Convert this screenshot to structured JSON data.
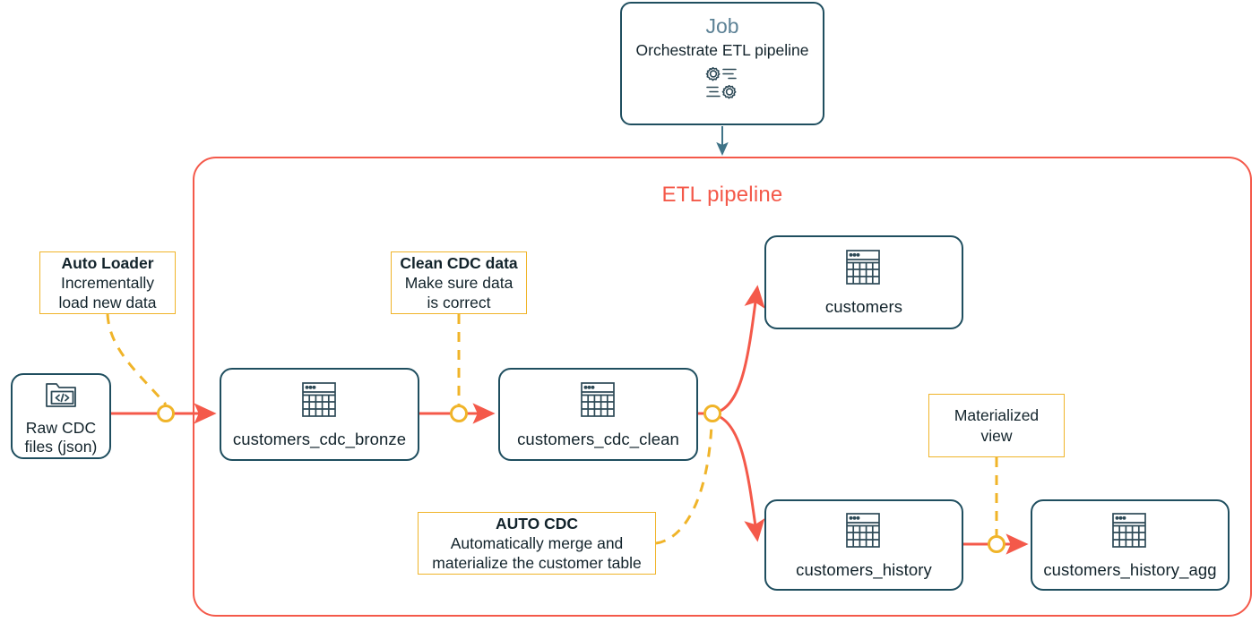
{
  "diagram": {
    "title": "ETL pipeline",
    "accent_colors": {
      "node_border": "#1f4e5f",
      "pipeline_border": "#f4594a",
      "arrow": "#f4594a",
      "connector": "#f0b429",
      "annotation_border": "#f0b429",
      "job_title": "#5d8296"
    }
  },
  "job": {
    "title": "Job",
    "subtitle": "Orchestrate ETL pipeline",
    "icon": "gears-pipeline-icon"
  },
  "nodes": [
    {
      "id": "raw_cdc",
      "label": "Raw CDC\nfiles (json)",
      "icon": "folder-code-icon"
    },
    {
      "id": "customers_cdc_bronze",
      "label": "customers_cdc_bronze",
      "icon": "table-icon"
    },
    {
      "id": "customers_cdc_clean",
      "label": "customers_cdc_clean",
      "icon": "table-icon"
    },
    {
      "id": "customers",
      "label": "customers",
      "icon": "table-icon"
    },
    {
      "id": "customers_history",
      "label": "customers_history",
      "icon": "table-icon"
    },
    {
      "id": "customers_history_agg",
      "label": "customers_history_agg",
      "icon": "table-icon"
    }
  ],
  "annotations": [
    {
      "id": "auto_loader",
      "title": "Auto Loader",
      "body": "Incrementally\nload new data"
    },
    {
      "id": "clean_cdc_data",
      "title": "Clean CDC data",
      "body": "Make sure data\nis correct"
    },
    {
      "id": "auto_cdc",
      "title": "AUTO CDC",
      "body": "Automatically merge and\nmaterialize the customer table"
    },
    {
      "id": "materialized_view",
      "title": "",
      "body": "Materialized view"
    }
  ],
  "edges": [
    {
      "from": "job",
      "to": "etl_pipeline",
      "style": "solid-teal-arrow"
    },
    {
      "from": "raw_cdc",
      "to": "customers_cdc_bronze",
      "style": "solid-arrow",
      "connector": true
    },
    {
      "from": "customers_cdc_bronze",
      "to": "customers_cdc_clean",
      "style": "solid-arrow",
      "connector": true
    },
    {
      "from": "customers_cdc_clean",
      "to": "customers",
      "style": "curved-arrow",
      "connector": true
    },
    {
      "from": "customers_cdc_clean",
      "to": "customers_history",
      "style": "curved-arrow",
      "connector": true
    },
    {
      "from": "customers_history",
      "to": "customers_history_agg",
      "style": "solid-arrow",
      "connector": true
    },
    {
      "from": "auto_loader",
      "to": "connector_1",
      "style": "dashed"
    },
    {
      "from": "clean_cdc_data",
      "to": "connector_2",
      "style": "dashed"
    },
    {
      "from": "auto_cdc",
      "to": "connector_3",
      "style": "dashed"
    },
    {
      "from": "materialized_view",
      "to": "connector_4",
      "style": "dashed"
    }
  ]
}
